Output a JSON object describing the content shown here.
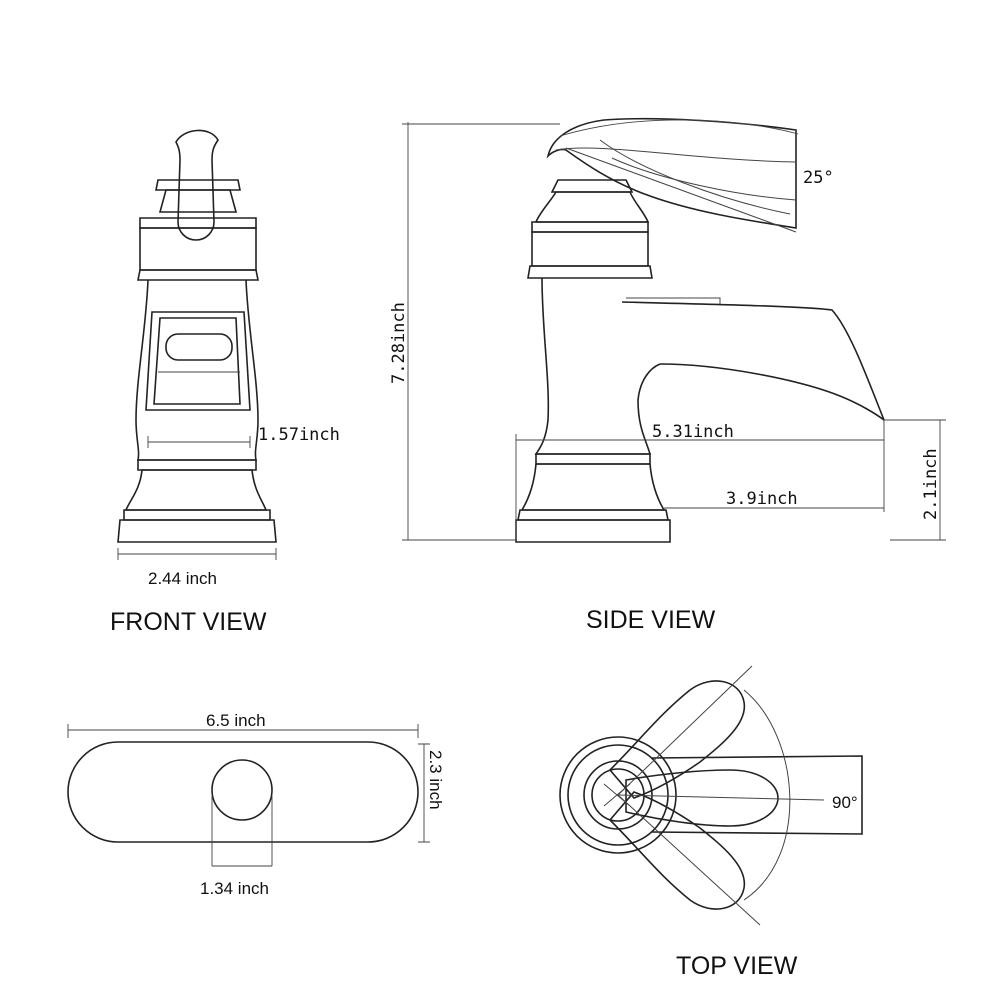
{
  "colors": {
    "line": "#222222",
    "background": "#ffffff"
  },
  "views": {
    "front": {
      "title": "FRONT VIEW",
      "inner_width": "1.57inch",
      "base_width": "2.44 inch"
    },
    "side": {
      "title": "SIDE VIEW",
      "height": "7.28inch",
      "reach": "5.31inch",
      "spout_reach": "3.9inch",
      "spout_height": "2.1inch",
      "handle_angle": "25°"
    },
    "plate": {
      "width": "6.5 inch",
      "height": "2.3 inch",
      "hole": "1.34 inch"
    },
    "top": {
      "title": "TOP VIEW",
      "rotation_angle": "90°"
    }
  }
}
